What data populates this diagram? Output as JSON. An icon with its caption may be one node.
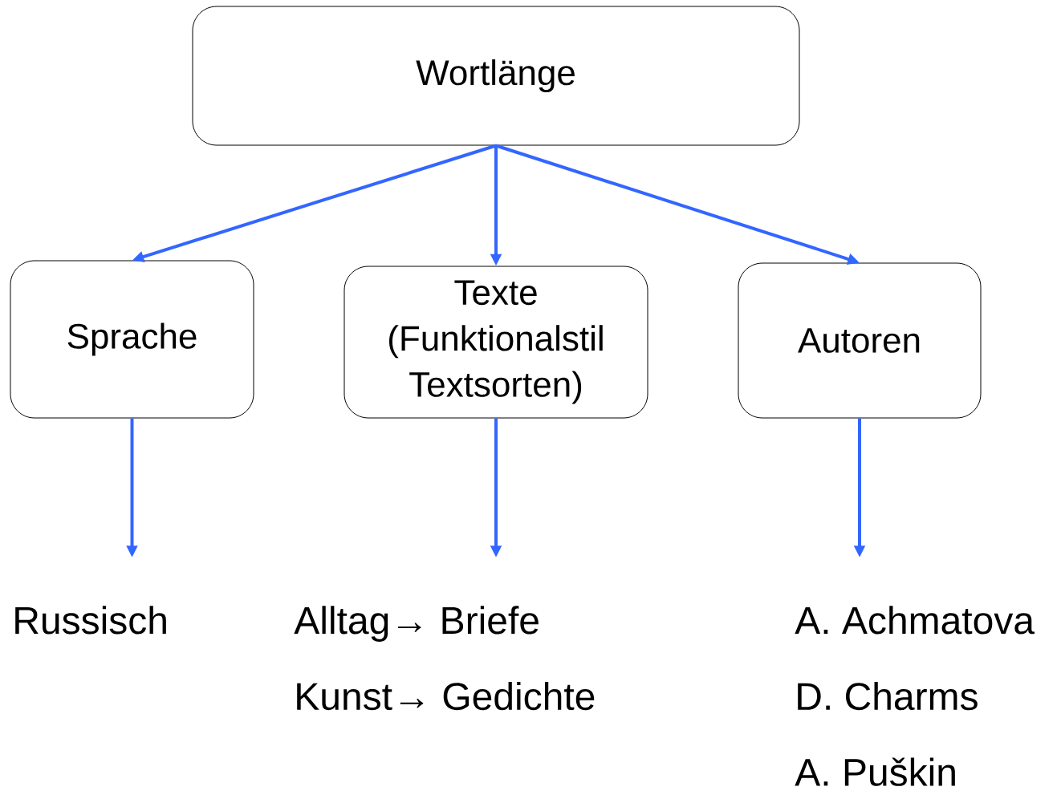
{
  "diagram": {
    "nodes": [
      {
        "text": [
          "Wortlänge"
        ]
      },
      {
        "text": [
          "Sprache"
        ]
      },
      {
        "text": [
          "Texte (Funktionalstil Textsorten)"
        ]
      },
      {
        "text": [
          "Autoren"
        ]
      },
      {
        "text": [
          "Russisch"
        ]
      },
      {
        "text": [
          "Alltag→ Briefe",
          "Kunst→ Gedichte"
        ]
      },
      {
        "text": [
          "A. Achmatova",
          "D. Charms",
          "A. Puškin"
        ]
      }
    ],
    "edges": [
      {
        "from": 0,
        "to": 1,
        "arrow": "to"
      },
      {
        "from": 0,
        "to": 2,
        "arrow": "to"
      },
      {
        "from": 0,
        "to": 3,
        "arrow": "to"
      },
      {
        "from": 1,
        "to": 4,
        "arrow": "to"
      },
      {
        "from": 2,
        "to": 5,
        "arrow": "to"
      },
      {
        "from": 3,
        "to": 6,
        "arrow": "to"
      }
    ]
  }
}
